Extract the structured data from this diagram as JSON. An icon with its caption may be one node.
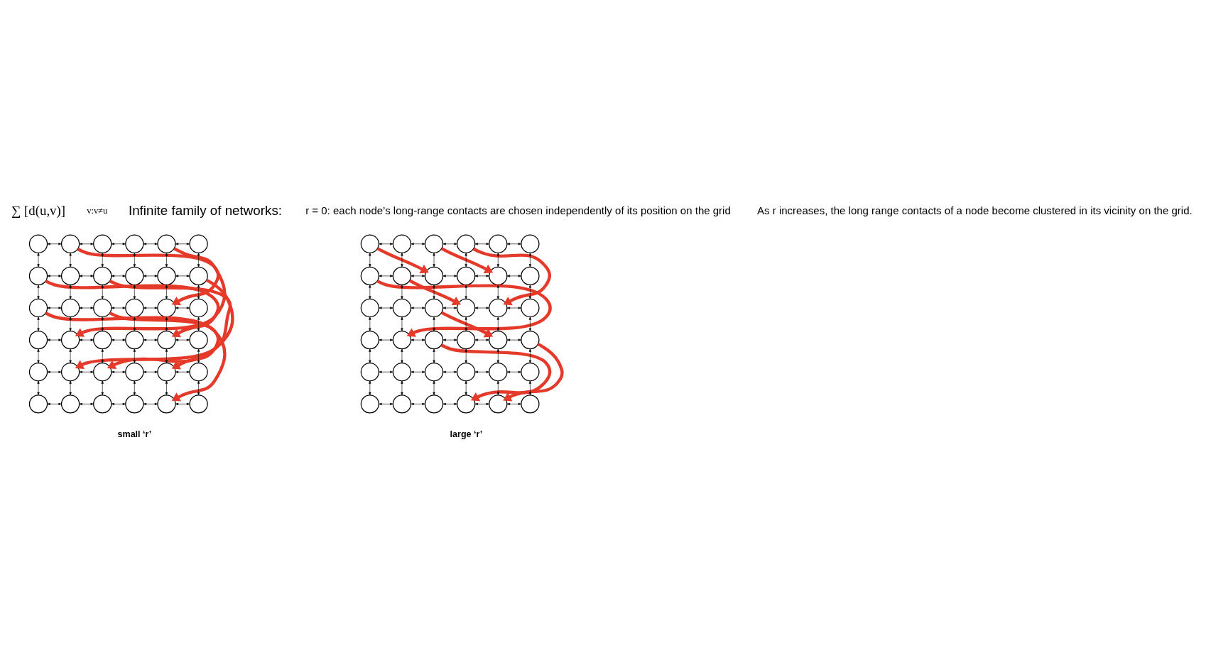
{
  "diagram": {
    "nodes": [
      {
        "text": [],
        "shape": "circle"
      },
      {
        "text": [],
        "shape": "circle"
      },
      {
        "text": [],
        "shape": "circle"
      },
      {
        "text": [],
        "shape": "circle"
      },
      {
        "text": [],
        "shape": "circle"
      },
      {
        "text": [],
        "shape": "circle"
      },
      {
        "text": [],
        "shape": "circle"
      },
      {
        "text": [],
        "shape": "circle"
      },
      {
        "text": [],
        "shape": "circle"
      },
      {
        "text": [],
        "shape": "circle"
      },
      {
        "text": [],
        "shape": "circle"
      },
      {
        "text": [],
        "shape": "circle"
      },
      {
        "text": [],
        "shape": "circle"
      },
      {
        "text": [],
        "shape": "circle"
      },
      {
        "text": [],
        "shape": "circle"
      },
      {
        "text": [],
        "shape": "circle"
      },
      {
        "text": [],
        "shape": "circle"
      },
      {
        "text": [],
        "shape": "circle"
      },
      {
        "text": [],
        "shape": "circle"
      },
      {
        "text": [],
        "shape": "circle"
      },
      {
        "text": [],
        "shape": "circle"
      },
      {
        "text": [],
        "shape": "circle"
      },
      {
        "text": [],
        "shape": "circle"
      },
      {
        "text": [],
        "shape": "circle"
      },
      {
        "text": [],
        "shape": "circle"
      },
      {
        "text": [],
        "shape": "circle"
      },
      {
        "text": [],
        "shape": "circle"
      },
      {
        "text": [],
        "shape": "circle"
      },
      {
        "text": [],
        "shape": "circle"
      },
      {
        "text": [],
        "shape": "circle"
      },
      {
        "text": [],
        "shape": "circle"
      },
      {
        "text": [],
        "shape": "circle"
      },
      {
        "text": [],
        "shape": "circle"
      },
      {
        "text": [],
        "shape": "circle"
      },
      {
        "text": [],
        "shape": "circle"
      },
      {
        "text": [],
        "shape": "circle"
      },
      {
        "text": [],
        "shape": "circle"
      },
      {
        "text": [],
        "shape": "circle"
      },
      {
        "text": [],
        "shape": "circle"
      },
      {
        "text": [],
        "shape": "circle"
      },
      {
        "text": [],
        "shape": "circle"
      },
      {
        "text": [],
        "shape": "circle"
      },
      {
        "text": [],
        "shape": "circle"
      },
      {
        "text": [],
        "shape": "circle"
      },
      {
        "text": [],
        "shape": "circle"
      },
      {
        "text": [],
        "shape": "circle"
      },
      {
        "text": [],
        "shape": "circle"
      },
      {
        "text": [],
        "shape": "circle"
      },
      {
        "text": [],
        "shape": "circle"
      },
      {
        "text": [],
        "shape": "circle"
      },
      {
        "text": [],
        "shape": "circle"
      },
      {
        "text": [],
        "shape": "circle"
      },
      {
        "text": [],
        "shape": "circle"
      },
      {
        "text": [],
        "shape": "circle"
      },
      {
        "text": [],
        "shape": "circle"
      },
      {
        "text": [],
        "shape": "circle"
      },
      {
        "text": [],
        "shape": "circle"
      },
      {
        "text": [],
        "shape": "circle"
      },
      {
        "text": [],
        "shape": "circle"
      },
      {
        "text": [],
        "shape": "circle"
      },
      {
        "text": [],
        "shape": "circle"
      },
      {
        "text": [],
        "shape": "circle"
      },
      {
        "text": [],
        "shape": "circle"
      },
      {
        "text": [],
        "shape": "circle"
      },
      {
        "text": [],
        "shape": "circle"
      },
      {
        "text": [],
        "shape": "circle"
      },
      {
        "text": [],
        "shape": "circle"
      },
      {
        "text": [],
        "shape": "circle"
      },
      {
        "text": [],
        "shape": "circle"
      },
      {
        "text": [],
        "shape": "circle"
      },
      {
        "text": [],
        "shape": "circle"
      },
      {
        "text": [],
        "shape": "circle"
      }
    ],
    "edges": [
      {
        "from": 0,
        "to": 1,
        "arrow": "both"
      },
      {
        "from": 1,
        "to": 2,
        "arrow": "both"
      },
      {
        "from": 2,
        "to": 3,
        "arrow": "both"
      },
      {
        "from": 3,
        "to": 4,
        "arrow": "both"
      },
      {
        "from": 4,
        "to": 5,
        "arrow": "both"
      },
      {
        "from": 6,
        "to": 7,
        "arrow": "both"
      },
      {
        "from": 7,
        "to": 8,
        "arrow": "both"
      },
      {
        "from": 8,
        "to": 9,
        "arrow": "both"
      },
      {
        "from": 9,
        "to": 10,
        "arrow": "both"
      },
      {
        "from": 10,
        "to": 11,
        "arrow": "both"
      },
      {
        "from": 12,
        "to": 13,
        "arrow": "both"
      },
      {
        "from": 13,
        "to": 14,
        "arrow": "both"
      },
      {
        "from": 14,
        "to": 15,
        "arrow": "both"
      },
      {
        "from": 15,
        "to": 16,
        "arrow": "both"
      },
      {
        "from": 16,
        "to": 17,
        "arrow": "both"
      },
      {
        "from": 18,
        "to": 19,
        "arrow": "both"
      },
      {
        "from": 19,
        "to": 20,
        "arrow": "both"
      },
      {
        "from": 20,
        "to": 21,
        "arrow": "both"
      },
      {
        "from": 21,
        "to": 22,
        "arrow": "both"
      },
      {
        "from": 22,
        "to": 23,
        "arrow": "both"
      },
      {
        "from": 24,
        "to": 25,
        "arrow": "both"
      },
      {
        "from": 25,
        "to": 26,
        "arrow": "both"
      },
      {
        "from": 26,
        "to": 27,
        "arrow": "both"
      },
      {
        "from": 27,
        "to": 28,
        "arrow": "both"
      },
      {
        "from": 28,
        "to": 29,
        "arrow": "both"
      },
      {
        "from": 30,
        "to": 31,
        "arrow": "both"
      },
      {
        "from": 31,
        "to": 32,
        "arrow": "both"
      },
      {
        "from": 32,
        "to": 33,
        "arrow": "both"
      },
      {
        "from": 33,
        "to": 34,
        "arrow": "both"
      },
      {
        "from": 34,
        "to": 35,
        "arrow": "both"
      },
      {
        "from": 0,
        "to": 6,
        "arrow": "both"
      },
      {
        "from": 1,
        "to": 7,
        "arrow": "both"
      },
      {
        "from": 2,
        "to": 8,
        "arrow": "both"
      },
      {
        "from": 3,
        "to": 9,
        "arrow": "both"
      },
      {
        "from": 4,
        "to": 10,
        "arrow": "both"
      },
      {
        "from": 5,
        "to": 11,
        "arrow": "both"
      },
      {
        "from": 6,
        "to": 12,
        "arrow": "both"
      },
      {
        "from": 7,
        "to": 13,
        "arrow": "both"
      },
      {
        "from": 8,
        "to": 14,
        "arrow": "both"
      },
      {
        "from": 9,
        "to": 15,
        "arrow": "both"
      },
      {
        "from": 10,
        "to": 16,
        "arrow": "both"
      },
      {
        "from": 11,
        "to": 17,
        "arrow": "both"
      },
      {
        "from": 12,
        "to": 18,
        "arrow": "both"
      },
      {
        "from": 13,
        "to": 19,
        "arrow": "both"
      },
      {
        "from": 14,
        "to": 20,
        "arrow": "both"
      },
      {
        "from": 15,
        "to": 21,
        "arrow": "both"
      },
      {
        "from": 16,
        "to": 22,
        "arrow": "both"
      },
      {
        "from": 17,
        "to": 23,
        "arrow": "both"
      },
      {
        "from": 18,
        "to": 24,
        "arrow": "both"
      },
      {
        "from": 19,
        "to": 25,
        "arrow": "both"
      },
      {
        "from": 20,
        "to": 26,
        "arrow": "both"
      },
      {
        "from": 21,
        "to": 27,
        "arrow": "both"
      },
      {
        "from": 22,
        "to": 28,
        "arrow": "both"
      },
      {
        "from": 23,
        "to": 29,
        "arrow": "both"
      },
      {
        "from": 24,
        "to": 30,
        "arrow": "both"
      },
      {
        "from": 25,
        "to": 31,
        "arrow": "both"
      },
      {
        "from": 26,
        "to": 32,
        "arrow": "both"
      },
      {
        "from": 27,
        "to": 33,
        "arrow": "both"
      },
      {
        "from": 28,
        "to": 34,
        "arrow": "both"
      },
      {
        "from": 29,
        "to": 35,
        "arrow": "both"
      },
      {
        "from": 36,
        "to": 37,
        "arrow": "both"
      },
      {
        "from": 37,
        "to": 38,
        "arrow": "both"
      },
      {
        "from": 38,
        "to": 39,
        "arrow": "both"
      },
      {
        "from": 39,
        "to": 40,
        "arrow": "both"
      },
      {
        "from": 40,
        "to": 41,
        "arrow": "both"
      },
      {
        "from": 42,
        "to": 43,
        "arrow": "both"
      },
      {
        "from": 43,
        "to": 44,
        "arrow": "both"
      },
      {
        "from": 44,
        "to": 45,
        "arrow": "both"
      },
      {
        "from": 45,
        "to": 46,
        "arrow": "both"
      },
      {
        "from": 46,
        "to": 47,
        "arrow": "both"
      },
      {
        "from": 48,
        "to": 49,
        "arrow": "both"
      },
      {
        "from": 49,
        "to": 50,
        "arrow": "both"
      },
      {
        "from": 50,
        "to": 51,
        "arrow": "both"
      },
      {
        "from": 51,
        "to": 52,
        "arrow": "both"
      },
      {
        "from": 52,
        "to": 53,
        "arrow": "both"
      },
      {
        "from": 54,
        "to": 55,
        "arrow": "both"
      },
      {
        "from": 55,
        "to": 56,
        "arrow": "both"
      },
      {
        "from": 56,
        "to": 57,
        "arrow": "both"
      },
      {
        "from": 57,
        "to": 58,
        "arrow": "both"
      },
      {
        "from": 58,
        "to": 59,
        "arrow": "both"
      },
      {
        "from": 60,
        "to": 61,
        "arrow": "both"
      },
      {
        "from": 61,
        "to": 62,
        "arrow": "both"
      },
      {
        "from": 62,
        "to": 63,
        "arrow": "both"
      },
      {
        "from": 63,
        "to": 64,
        "arrow": "both"
      },
      {
        "from": 64,
        "to": 65,
        "arrow": "both"
      },
      {
        "from": 66,
        "to": 67,
        "arrow": "both"
      },
      {
        "from": 67,
        "to": 68,
        "arrow": "both"
      },
      {
        "from": 68,
        "to": 69,
        "arrow": "both"
      },
      {
        "from": 69,
        "to": 70,
        "arrow": "both"
      },
      {
        "from": 70,
        "to": 71,
        "arrow": "both"
      },
      {
        "from": 36,
        "to": 42,
        "arrow": "both"
      },
      {
        "from": 37,
        "to": 43,
        "arrow": "both"
      },
      {
        "from": 38,
        "to": 44,
        "arrow": "both"
      },
      {
        "from": 39,
        "to": 45,
        "arrow": "both"
      },
      {
        "from": 40,
        "to": 46,
        "arrow": "both"
      },
      {
        "from": 41,
        "to": 47,
        "arrow": "both"
      },
      {
        "from": 42,
        "to": 48,
        "arrow": "both"
      },
      {
        "from": 43,
        "to": 49,
        "arrow": "both"
      },
      {
        "from": 44,
        "to": 50,
        "arrow": "both"
      },
      {
        "from": 45,
        "to": 51,
        "arrow": "both"
      },
      {
        "from": 46,
        "to": 52,
        "arrow": "both"
      },
      {
        "from": 47,
        "to": 53,
        "arrow": "both"
      },
      {
        "from": 48,
        "to": 54,
        "arrow": "both"
      },
      {
        "from": 49,
        "to": 55,
        "arrow": "both"
      },
      {
        "from": 50,
        "to": 56,
        "arrow": "both"
      },
      {
        "from": 51,
        "to": 57,
        "arrow": "both"
      },
      {
        "from": 52,
        "to": 58,
        "arrow": "both"
      },
      {
        "from": 53,
        "to": 59,
        "arrow": "both"
      },
      {
        "from": 54,
        "to": 60,
        "arrow": "both"
      },
      {
        "from": 55,
        "to": 61,
        "arrow": "both"
      },
      {
        "from": 56,
        "to": 62,
        "arrow": "both"
      },
      {
        "from": 57,
        "to": 63,
        "arrow": "both"
      },
      {
        "from": 58,
        "to": 64,
        "arrow": "both"
      },
      {
        "from": 59,
        "to": 65,
        "arrow": "both"
      },
      {
        "from": 60,
        "to": 66,
        "arrow": "both"
      },
      {
        "from": 61,
        "to": 67,
        "arrow": "both"
      },
      {
        "from": 62,
        "to": 68,
        "arrow": "both"
      },
      {
        "from": 63,
        "to": 69,
        "arrow": "both"
      },
      {
        "from": 64,
        "to": 70,
        "arrow": "both"
      },
      {
        "from": 65,
        "to": 71,
        "arrow": "both"
      },
      {
        "from": 1,
        "to": 16,
        "arrow": "to",
        "style": "thick",
        "color": "#e53a2a"
      },
      {
        "from": 4,
        "to": 19,
        "arrow": "to",
        "style": "thick",
        "color": "#e53a2a"
      },
      {
        "from": 6,
        "to": 22,
        "arrow": "to",
        "style": "thick",
        "color": "#e53a2a"
      },
      {
        "from": 8,
        "to": 25,
        "arrow": "to",
        "style": "thick",
        "color": "#e53a2a"
      },
      {
        "from": 11,
        "to": 26,
        "arrow": "to",
        "style": "thick",
        "color": "#e53a2a"
      },
      {
        "from": 12,
        "to": 34,
        "arrow": "to",
        "style": "thick",
        "color": "#e53a2a"
      },
      {
        "from": 14,
        "to": 28,
        "arrow": "to",
        "style": "thick",
        "color": "#e53a2a"
      },
      {
        "from": 36,
        "to": 44,
        "arrow": "to",
        "style": "thick",
        "color": "#e53a2a"
      },
      {
        "from": 38,
        "to": 46,
        "arrow": "to",
        "style": "thick",
        "color": "#e53a2a"
      },
      {
        "from": 39,
        "to": 52,
        "arrow": "to",
        "style": "thick",
        "color": "#e53a2a"
      },
      {
        "from": 42,
        "to": 55,
        "arrow": "to",
        "style": "thick",
        "color": "#e53a2a"
      },
      {
        "from": 43,
        "to": 51,
        "arrow": "to",
        "style": "thick",
        "color": "#e53a2a"
      },
      {
        "from": 50,
        "to": 58,
        "arrow": "to",
        "style": "thick",
        "color": "#e53a2a"
      },
      {
        "from": 56,
        "to": 69,
        "arrow": "to",
        "style": "thick",
        "color": "#e53a2a"
      },
      {
        "from": 59,
        "to": 70,
        "arrow": "to",
        "style": "thick",
        "color": "#e53a2a"
      }
    ],
    "labels": [
      "∑ [d(u,v)]",
      "v:v≠u",
      "Infinite family of networks:",
      "r = 0: each node’s long-range contacts are chosen independently of its position on the grid",
      "As r increases, the long range contacts of a node become clustered in its vicinity on the grid.",
      "small ‘r’",
      "large ‘r’"
    ]
  }
}
